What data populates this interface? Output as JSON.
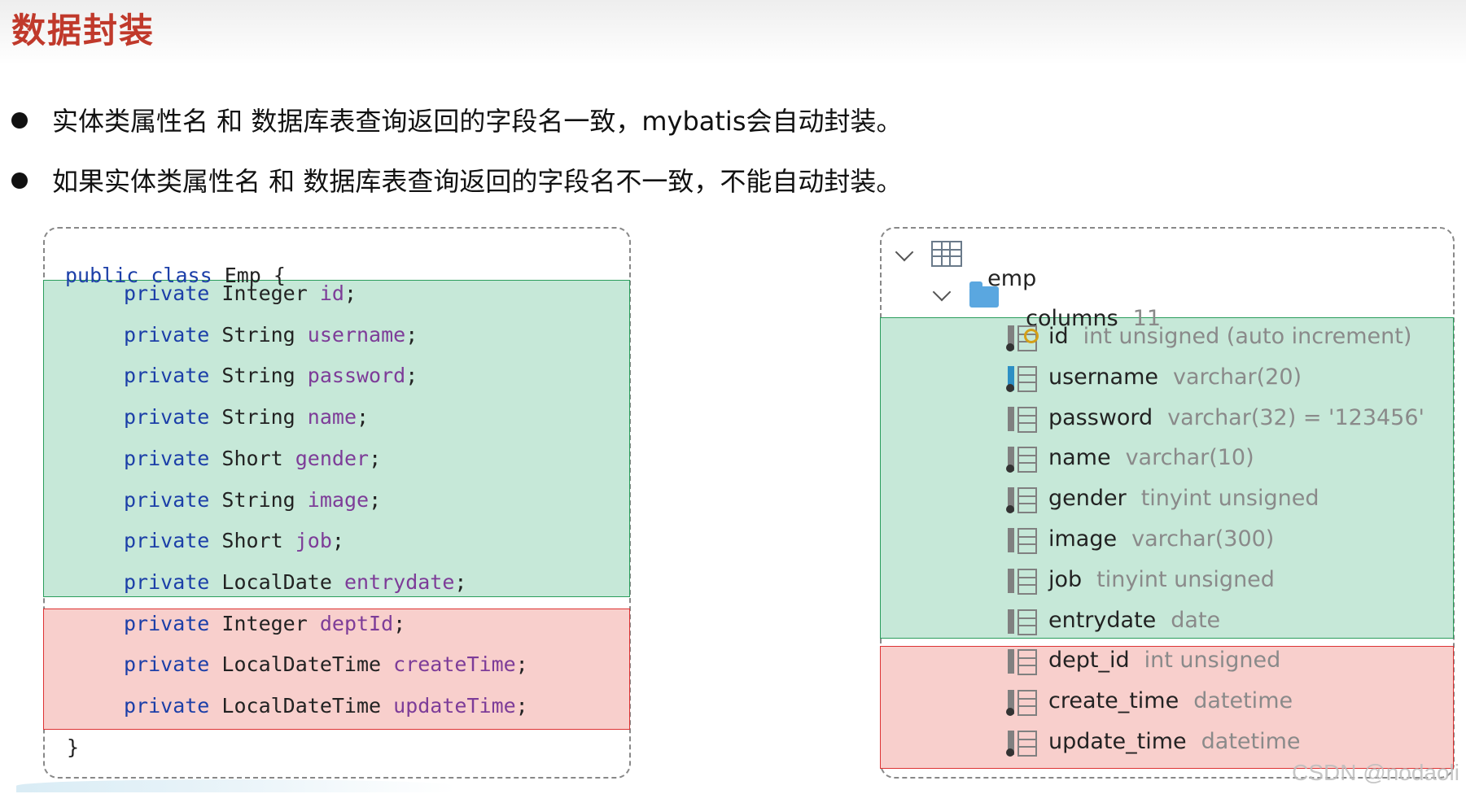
{
  "title": "数据封装",
  "bullets": [
    "实体类属性名 和 数据库表查询返回的字段名一致，mybatis会自动封装。",
    "如果实体类属性名 和 数据库表查询返回的字段名不一致，不能自动封装。"
  ],
  "code": {
    "header": [
      "public",
      "class",
      "Emp {"
    ],
    "fields": [
      {
        "type": "Integer",
        "name": "id"
      },
      {
        "type": "String",
        "name": "username"
      },
      {
        "type": "String",
        "name": "password"
      },
      {
        "type": "String",
        "name": "name"
      },
      {
        "type": "Short",
        "name": "gender"
      },
      {
        "type": "String",
        "name": "image"
      },
      {
        "type": "Short",
        "name": "job"
      },
      {
        "type": "LocalDate",
        "name": "entrydate"
      },
      {
        "type": "Integer",
        "name": "deptId"
      },
      {
        "type": "LocalDateTime",
        "name": "createTime"
      },
      {
        "type": "LocalDateTime",
        "name": "updateTime"
      }
    ],
    "modifier": "private",
    "terminator": ";",
    "closing": "}"
  },
  "db": {
    "table": "emp",
    "columns_label": "columns",
    "columns_count": "11",
    "columns": [
      {
        "name": "id",
        "type": "int unsigned (auto increment)",
        "icon": "primary-key-column-icon"
      },
      {
        "name": "username",
        "type": "varchar(20)",
        "icon": "indexed-column-icon"
      },
      {
        "name": "password",
        "type": "varchar(32) = '123456'",
        "icon": "column-icon"
      },
      {
        "name": "name",
        "type": "varchar(10)",
        "icon": "column-icon"
      },
      {
        "name": "gender",
        "type": "tinyint unsigned",
        "icon": "column-icon"
      },
      {
        "name": "image",
        "type": "varchar(300)",
        "icon": "column-icon"
      },
      {
        "name": "job",
        "type": "tinyint unsigned",
        "icon": "column-icon"
      },
      {
        "name": "entrydate",
        "type": "date",
        "icon": "column-icon"
      },
      {
        "name": "dept_id",
        "type": "int unsigned",
        "icon": "column-icon"
      },
      {
        "name": "create_time",
        "type": "datetime",
        "icon": "column-icon"
      },
      {
        "name": "update_time",
        "type": "datetime",
        "icon": "column-icon"
      }
    ]
  },
  "colors": {
    "match_bg": "#c6e8d8",
    "mismatch_bg": "#f8cfcc",
    "title": "#c0392b"
  },
  "watermark": "CSDN @nodaoli"
}
